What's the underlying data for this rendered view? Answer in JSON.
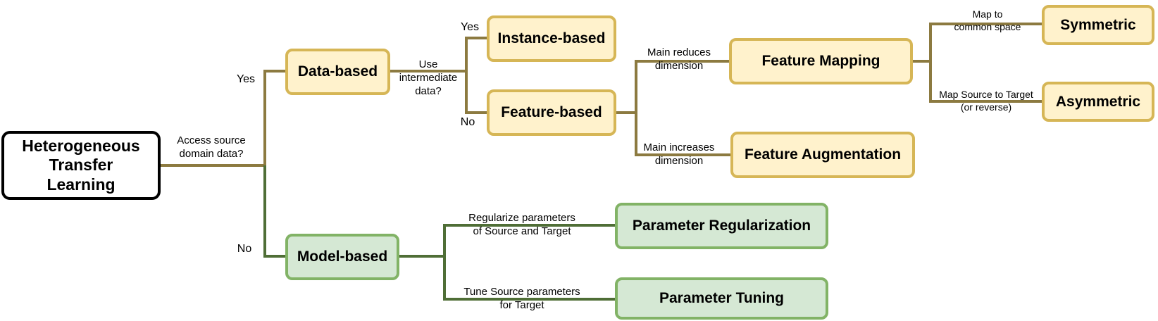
{
  "nodes": {
    "root": "Heterogeneous Transfer Learning",
    "data_based": "Data-based",
    "model_based": "Model-based",
    "instance_based": "Instance-based",
    "feature_based": "Feature-based",
    "feature_mapping": "Feature Mapping",
    "feature_augmentation": "Feature Augmentation",
    "symmetric": "Symmetric",
    "asymmetric": "Asymmetric",
    "parameter_regularization": "Parameter Regularization",
    "parameter_tuning": "Parameter Tuning"
  },
  "edge_labels": {
    "access_source": "Access source\ndomain data?",
    "yes_data": "Yes",
    "no_model": "No",
    "use_intermediate": "Use\nintermediate\ndata?",
    "yes_instance": "Yes",
    "no_feature": "No",
    "main_reduces": "Main reduces\ndimension",
    "main_increases": "Main increases\ndimension",
    "map_common": "Map to\ncommon space",
    "map_source_target": "Map Source to Target\n(or reverse)",
    "regularize": "Regularize parameters\nof Source and Target",
    "tune": "Tune Source parameters\nfor Target"
  },
  "colors": {
    "yellow_fill": "#fff2cc",
    "yellow_border": "#d6b656",
    "green_fill": "#d5e8d4",
    "green_border": "#82b366",
    "yellow_connector": "#8c7a40",
    "green_connector": "#4f6e36"
  }
}
